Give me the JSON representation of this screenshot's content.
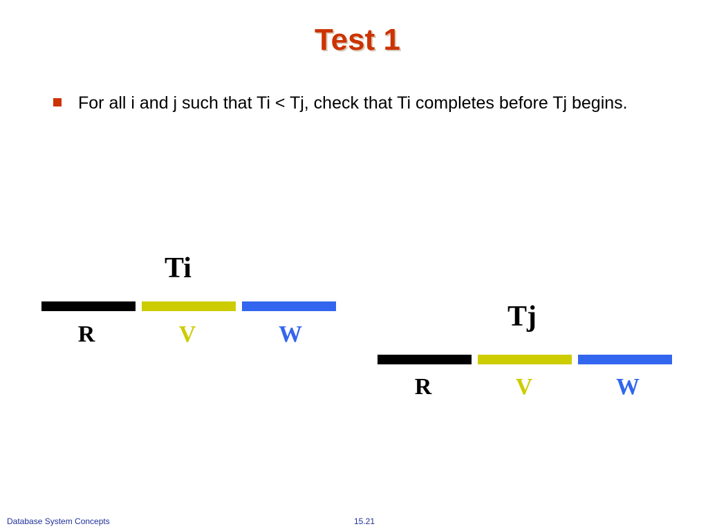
{
  "slide": {
    "title": "Test 1",
    "bullet_text": "For all i and j such that Ti < Tj, check that Ti completes before Tj begins."
  },
  "diagram": {
    "ti": {
      "label": "Ti",
      "phases": [
        {
          "label": "R"
        },
        {
          "label": "V"
        },
        {
          "label": "W"
        }
      ]
    },
    "tj": {
      "label": "Tj",
      "phases": [
        {
          "label": "R"
        },
        {
          "label": "V"
        },
        {
          "label": "W"
        }
      ]
    }
  },
  "footer": {
    "left": "Database System Concepts",
    "center": "15.21"
  },
  "colors": {
    "title": "#cc3300",
    "bullet": "#cc3300",
    "read": "#000000",
    "validate": "#cccc00",
    "write": "#3366ee",
    "footer_text": "#1f2f99"
  }
}
